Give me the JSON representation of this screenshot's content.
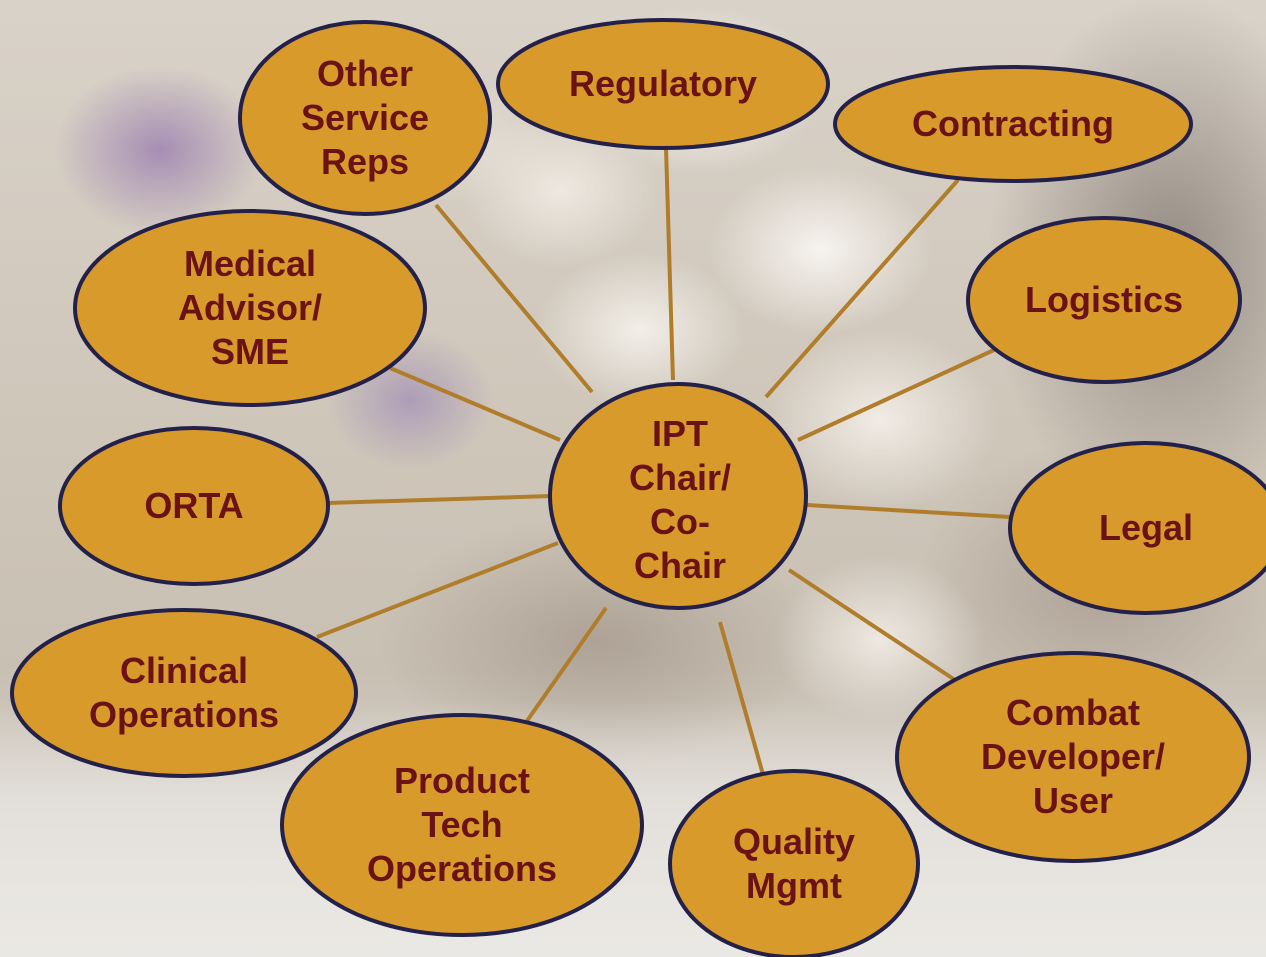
{
  "colors": {
    "node_fill": "#d89a2b",
    "node_stroke": "#23204a",
    "edge": "#b07d2a",
    "text": "#6b1217"
  },
  "center": {
    "label": "IPT\nChair/\nCo-\nChair"
  },
  "nodes": [
    {
      "id": "other-service-reps",
      "label": "Other\nService\nReps"
    },
    {
      "id": "regulatory",
      "label": "Regulatory"
    },
    {
      "id": "contracting",
      "label": "Contracting"
    },
    {
      "id": "logistics",
      "label": "Logistics"
    },
    {
      "id": "legal",
      "label": "Legal"
    },
    {
      "id": "combat-developer-user",
      "label": "Combat\nDeveloper/\nUser"
    },
    {
      "id": "quality-mgmt",
      "label": "Quality\nMgmt"
    },
    {
      "id": "product-tech-operations",
      "label": "Product\nTech\nOperations"
    },
    {
      "id": "clinical-operations",
      "label": "Clinical\nOperations"
    },
    {
      "id": "orta",
      "label": "ORTA"
    },
    {
      "id": "medical-advisor-sme",
      "label": "Medical\nAdvisor/\nSME"
    }
  ]
}
